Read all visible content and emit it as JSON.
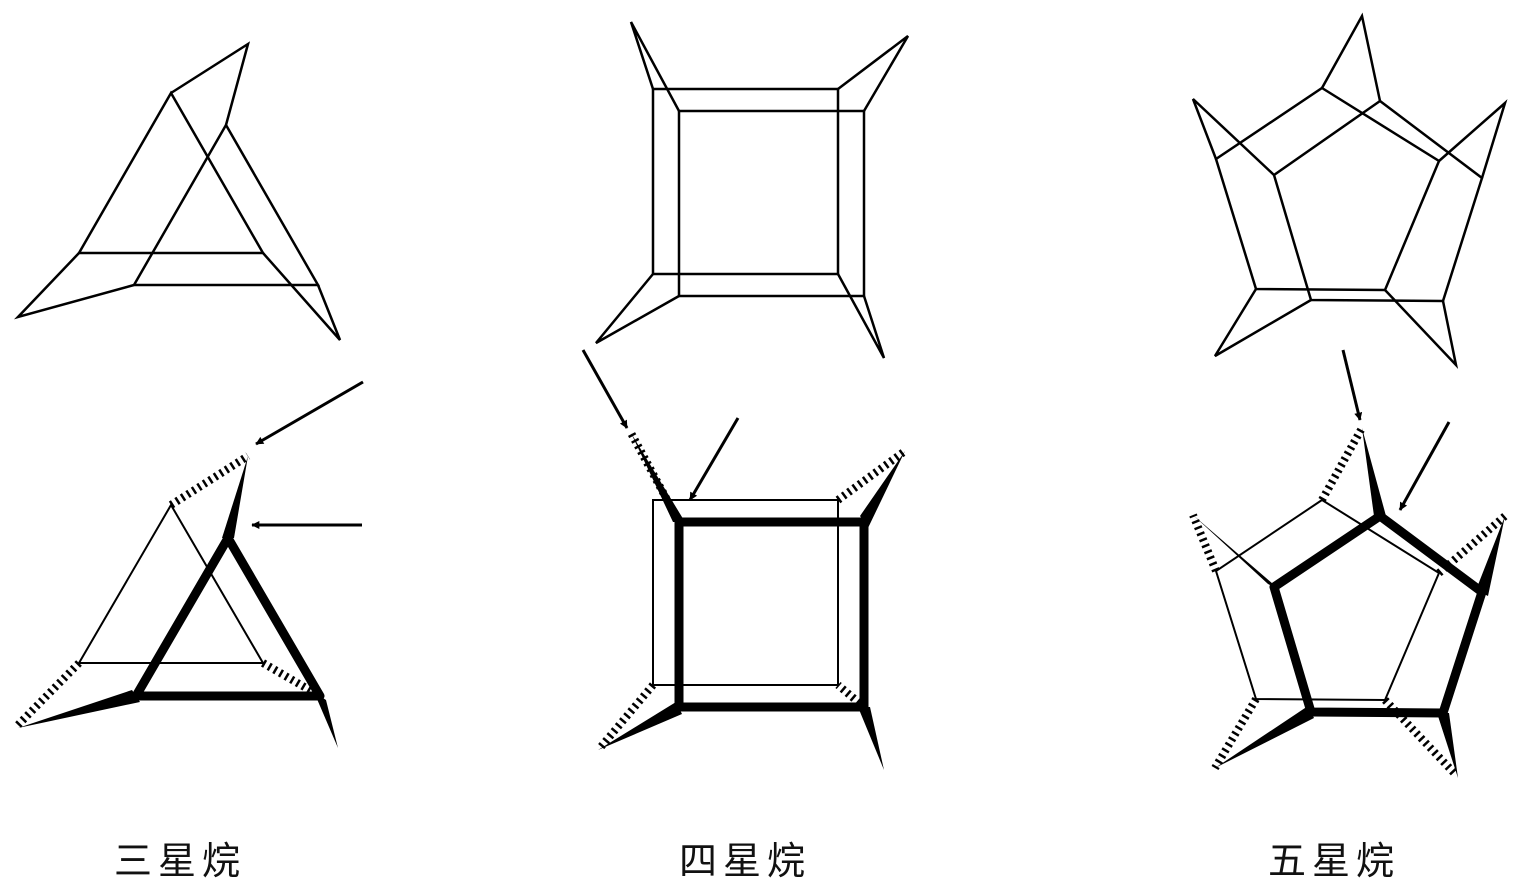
{
  "labels": {
    "trishelane": "三星烷",
    "tetrastarane": "四星烷",
    "pentastarane": "五星烷"
  },
  "colors": {
    "line": "#000000",
    "background": "#ffffff"
  }
}
